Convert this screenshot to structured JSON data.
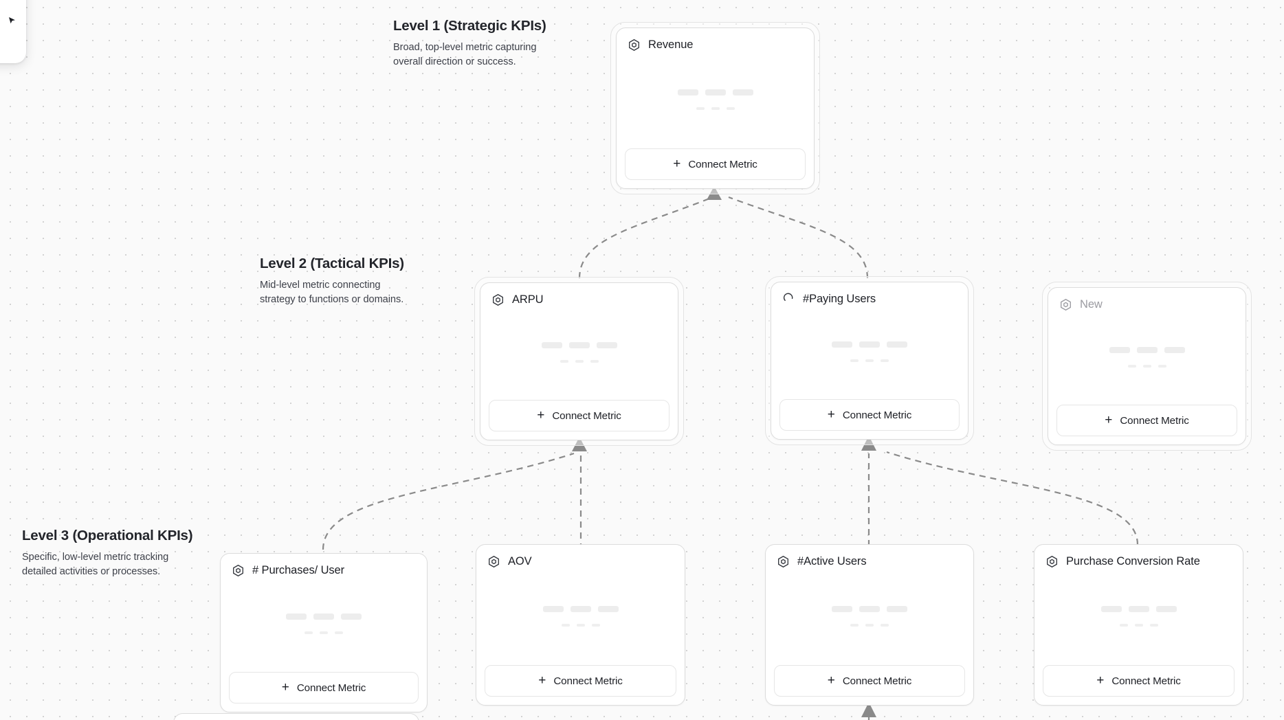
{
  "canvas": {
    "background_color": "#fafafa",
    "dot_color": "#d2d2d2",
    "edge_color": "#8a8a8a"
  },
  "levels": [
    {
      "id": "level-1",
      "title": "Level 1 (Strategic KPIs)",
      "description": "Broad, top-level metric capturing\noverall direction or success."
    },
    {
      "id": "level-2",
      "title": "Level 2 (Tactical KPIs)",
      "description": "Mid-level metric connecting\nstrategy to functions or domains."
    },
    {
      "id": "level-3",
      "title": "Level 3 (Operational KPIs)",
      "description": "Specific, low-level metric tracking\ndetailed activities or processes."
    }
  ],
  "connect_button": {
    "plus": "+",
    "label": "Connect Metric"
  },
  "cards": [
    {
      "id": "revenue",
      "title": "Revenue",
      "icon": "hexagon-metric-icon",
      "level": "level-1",
      "state": "selected",
      "muted": false
    },
    {
      "id": "arpu",
      "title": "ARPU",
      "icon": "hexagon-metric-icon",
      "level": "level-2",
      "state": "selected",
      "muted": false
    },
    {
      "id": "paying-users",
      "title": "#Paying Users",
      "icon": "spinner-loading-icon",
      "level": "level-2",
      "state": "selected",
      "muted": false
    },
    {
      "id": "new",
      "title": "New",
      "icon": "hexagon-metric-icon",
      "level": "level-2",
      "state": "selected",
      "muted": true
    },
    {
      "id": "purchases-per-user",
      "title": "# Purchases/ User",
      "icon": "hexagon-metric-icon",
      "level": "level-3",
      "state": "default",
      "muted": false
    },
    {
      "id": "aov",
      "title": "AOV",
      "icon": "hexagon-metric-icon",
      "level": "level-3",
      "state": "default",
      "muted": false
    },
    {
      "id": "active-users",
      "title": "#Active Users",
      "icon": "hexagon-metric-icon",
      "level": "level-3",
      "state": "default",
      "muted": false
    },
    {
      "id": "purchase-conversion-rate",
      "title": "Purchase Conversion Rate",
      "icon": "hexagon-metric-icon",
      "level": "level-3",
      "state": "default",
      "muted": false
    }
  ],
  "edges": [
    {
      "from": "arpu",
      "to": "revenue"
    },
    {
      "from": "paying-users",
      "to": "revenue"
    },
    {
      "from": "purchases-per-user",
      "to": "arpu"
    },
    {
      "from": "aov",
      "to": "arpu"
    },
    {
      "from": "active-users",
      "to": "paying-users"
    },
    {
      "from": "purchase-conversion-rate",
      "to": "paying-users"
    },
    {
      "from": "below-active-users",
      "to": "active-users"
    }
  ]
}
